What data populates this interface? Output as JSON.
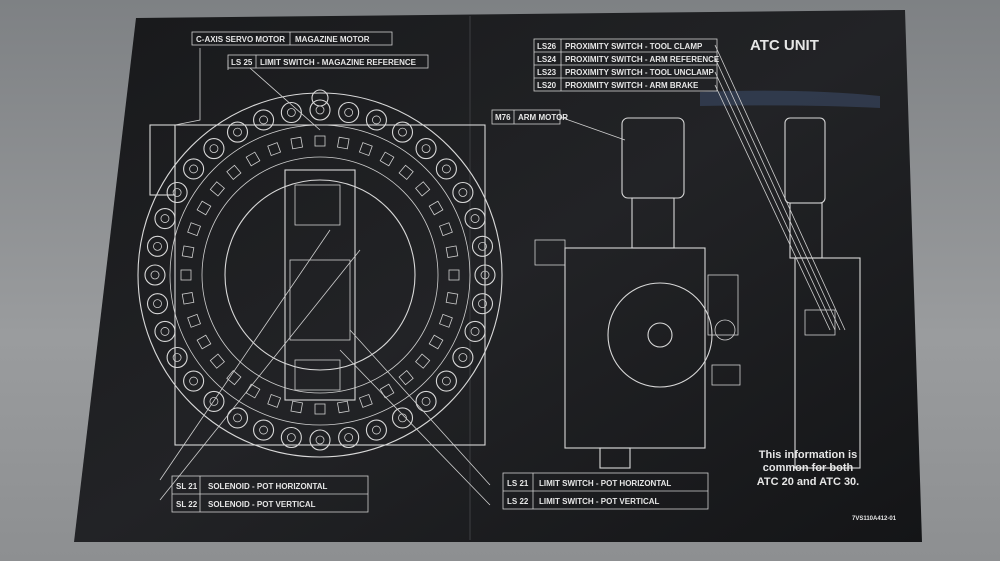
{
  "title": "ATC UNIT",
  "callouts_top_left": [
    {
      "code": "C-AXIS SERVO MOTOR",
      "description": "MAGAZINE MOTOR"
    },
    {
      "code": "LS 25",
      "description": "LIMIT SWITCH - MAGAZINE REFERENCE"
    }
  ],
  "callouts_top_right": [
    {
      "code": "LS26",
      "description": "PROXIMITY SWITCH - TOOL CLAMP"
    },
    {
      "code": "LS24",
      "description": "PROXIMITY SWITCH - ARM REFERENCE"
    },
    {
      "code": "LS23",
      "description": "PROXIMITY SWITCH - TOOL UNCLAMP"
    },
    {
      "code": "LS20",
      "description": "PROXIMITY SWITCH - ARM BRAKE"
    }
  ],
  "arm_motor": {
    "code": "M76",
    "description": "ARM MOTOR"
  },
  "callouts_bottom_left": [
    {
      "code": "SL 21",
      "description": "SOLENOID - POT HORIZONTAL"
    },
    {
      "code": "SL 22",
      "description": "SOLENOID - POT VERTICAL"
    }
  ],
  "callouts_bottom_right": [
    {
      "code": "LS 21",
      "description": "LIMIT SWITCH - POT HORIZONTAL"
    },
    {
      "code": "LS 22",
      "description": "LIMIT SWITCH - POT VERTICAL"
    }
  ],
  "note_lines": [
    "This information is",
    "common for both",
    "ATC 20 and ATC 30."
  ],
  "part_number": "7VS110A412-01",
  "colors": {
    "plate": "#1c1d1f",
    "lines": "#d8d8d8"
  }
}
